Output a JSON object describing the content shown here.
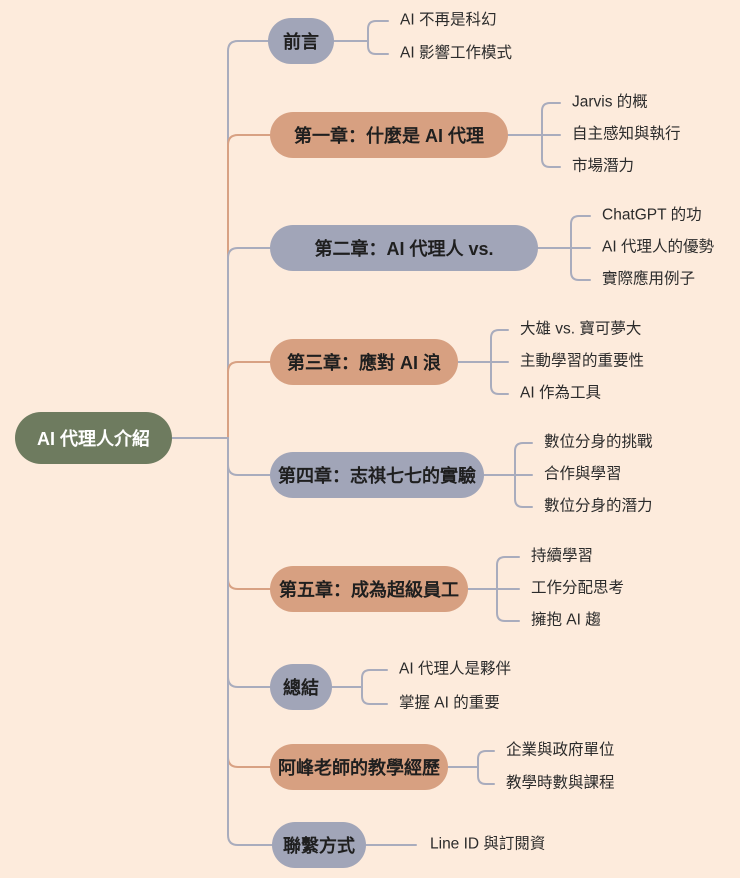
{
  "palette": {
    "background": "#FDEBDC",
    "root_node": "#6E7B5F",
    "gray_node": "#A1A5B8",
    "tan_node": "#D7A081",
    "gray_line": "#A9ACBD",
    "tan_line": "#D8A183",
    "node_text": "#1F1F1F",
    "root_text": "#FFFFFF",
    "child_text": "#2B2B2B"
  },
  "root": {
    "label": "AI 代理人介紹"
  },
  "branches": [
    {
      "label": "前言",
      "color": "gray",
      "children": [
        "AI 不再是科幻",
        "AI 影響工作模式"
      ]
    },
    {
      "label": "第一章：什麼是 AI 代理",
      "color": "tan",
      "children": [
        "Jarvis 的概",
        "自主感知與執行",
        "市場潛力"
      ]
    },
    {
      "label": "第二章：AI 代理人 vs.",
      "color": "gray",
      "children": [
        "ChatGPT 的功",
        "AI 代理人的優勢",
        "實際應用例子"
      ]
    },
    {
      "label": "第三章：應對 AI 浪",
      "color": "tan",
      "children": [
        "大雄 vs. 寶可夢大",
        "主動學習的重要性",
        "AI 作為工具"
      ]
    },
    {
      "label": "第四章：志祺七七的實驗",
      "color": "gray",
      "children": [
        "數位分身的挑戰",
        "合作與學習",
        "數位分身的潛力"
      ]
    },
    {
      "label": "第五章：成為超級員工",
      "color": "tan",
      "children": [
        "持續學習",
        "工作分配思考",
        "擁抱 AI 趨"
      ]
    },
    {
      "label": "總結",
      "color": "gray",
      "children": [
        "AI 代理人是夥伴",
        "掌握 AI 的重要"
      ]
    },
    {
      "label": "阿峰老師的教學經歷",
      "color": "tan",
      "children": [
        "企業與政府單位",
        "教學時數與課程"
      ]
    },
    {
      "label": "聯繫方式",
      "color": "gray",
      "children": [
        "Line ID 與訂閱資"
      ]
    }
  ]
}
